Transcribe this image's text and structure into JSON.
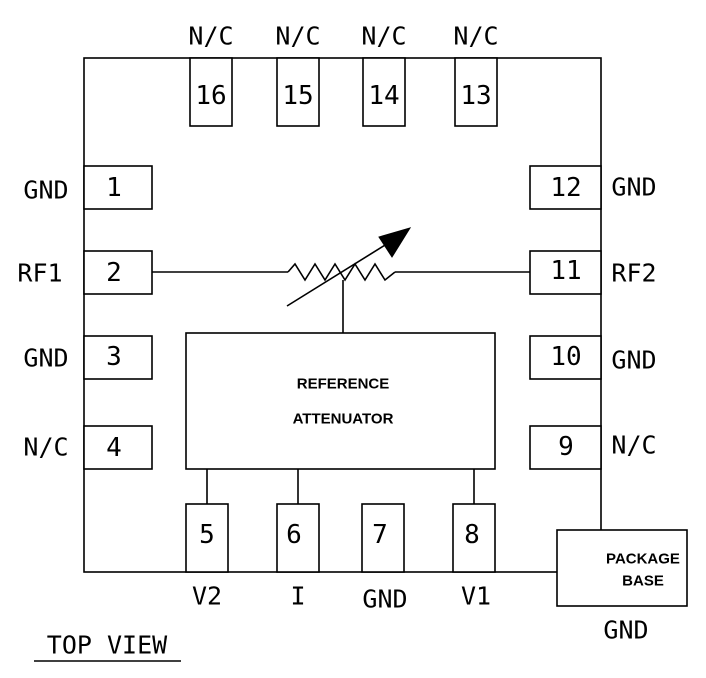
{
  "pins": [
    {
      "number": "1",
      "label": "GND"
    },
    {
      "number": "2",
      "label": "RF1"
    },
    {
      "number": "3",
      "label": "GND"
    },
    {
      "number": "4",
      "label": "N/C"
    },
    {
      "number": "5",
      "label": "V2"
    },
    {
      "number": "6",
      "label": "I"
    },
    {
      "number": "7",
      "label": "GND"
    },
    {
      "number": "8",
      "label": "V1"
    },
    {
      "number": "9",
      "label": "N/C"
    },
    {
      "number": "10",
      "label": "GND"
    },
    {
      "number": "11",
      "label": "RF2"
    },
    {
      "number": "12",
      "label": "GND"
    },
    {
      "number": "13",
      "label": "N/C"
    },
    {
      "number": "14",
      "label": "N/C"
    },
    {
      "number": "15",
      "label": "N/C"
    },
    {
      "number": "16",
      "label": "N/C"
    }
  ],
  "reference_block": {
    "line1": "REFERENCE",
    "line2": "ATTENUATOR"
  },
  "package_base": {
    "line1": "PACKAGE",
    "line2": "BASE",
    "label": "GND"
  },
  "view_label": "TOP VIEW"
}
